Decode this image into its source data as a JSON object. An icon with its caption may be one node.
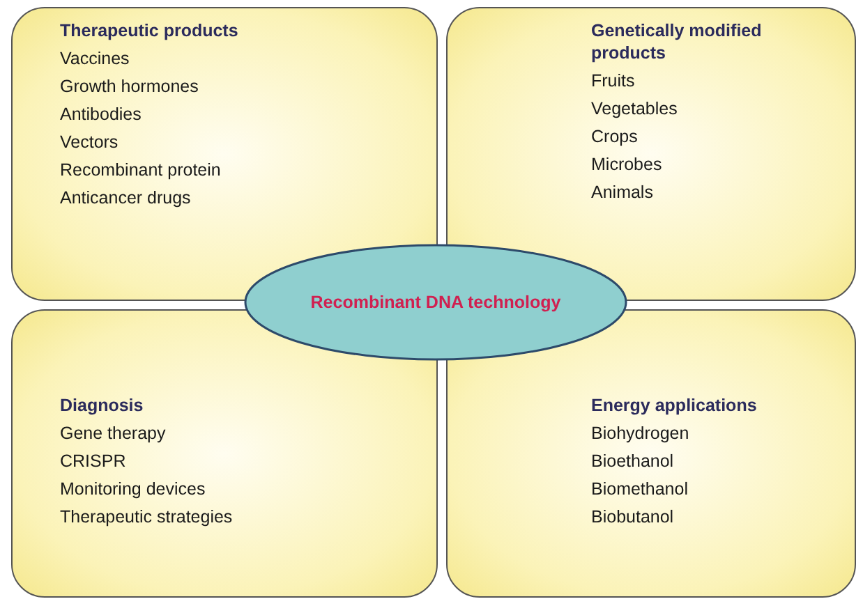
{
  "diagram": {
    "nodes": [
      {
        "text": [
          "Therapeutic products",
          "Vaccines",
          "Growth hormones",
          "Antibodies",
          "Vectors",
          "Recombinant protein",
          "Anticancer drugs"
        ]
      },
      {
        "text": [
          "Genetically modified products",
          "Fruits",
          "Vegetables",
          "Crops",
          "Microbes",
          "Animals"
        ]
      },
      {
        "text": [
          "Diagnosis",
          "Gene therapy",
          "CRISPR",
          "Monitoring devices",
          "Therapeutic strategies"
        ]
      },
      {
        "text": [
          "Energy applications",
          "Biohydrogen",
          "Bioethanol",
          "Biomethanol",
          "Biobutanol"
        ]
      },
      {
        "text": [
          "Recombinant DNA technology"
        ]
      }
    ]
  }
}
